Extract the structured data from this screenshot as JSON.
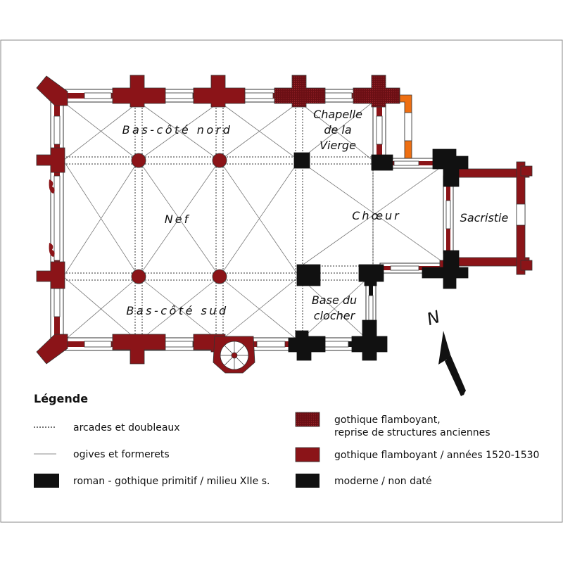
{
  "plan": {
    "rooms": {
      "bas_cote_nord": "Bas-côté nord",
      "nef": "Nef",
      "bas_cote_sud": "Bas-côté sud",
      "chapelle": [
        "Chapelle",
        "de la",
        "Vierge"
      ],
      "choeur": "Chœur",
      "base_clocher": [
        "Base du",
        "clocher"
      ],
      "sacristie": "Sacristie"
    },
    "compass": {
      "letter": "N",
      "icon": "north-arrow-icon"
    }
  },
  "legend": {
    "title": "Légende",
    "items": [
      {
        "label": "arcades et doubleaux"
      },
      {
        "label": "ogives et formerets"
      },
      {
        "label": "roman - gothique primitif / milieu XIIe s.",
        "color": "#111111"
      },
      {
        "label": [
          "gothique flamboyant,",
          "reprise de structures anciennes"
        ],
        "color": "#6b0f14"
      },
      {
        "label": "gothique flamboyant / années 1520-1530",
        "color": "#8b1418"
      },
      {
        "label": "moderne / non daté",
        "color": "#111111"
      }
    ]
  },
  "colors": {
    "roman": "#111111",
    "flamboyant": "#8b1418",
    "reprise": "#6b0f14",
    "moderne": "#ee6f12",
    "frame": "#888888"
  }
}
